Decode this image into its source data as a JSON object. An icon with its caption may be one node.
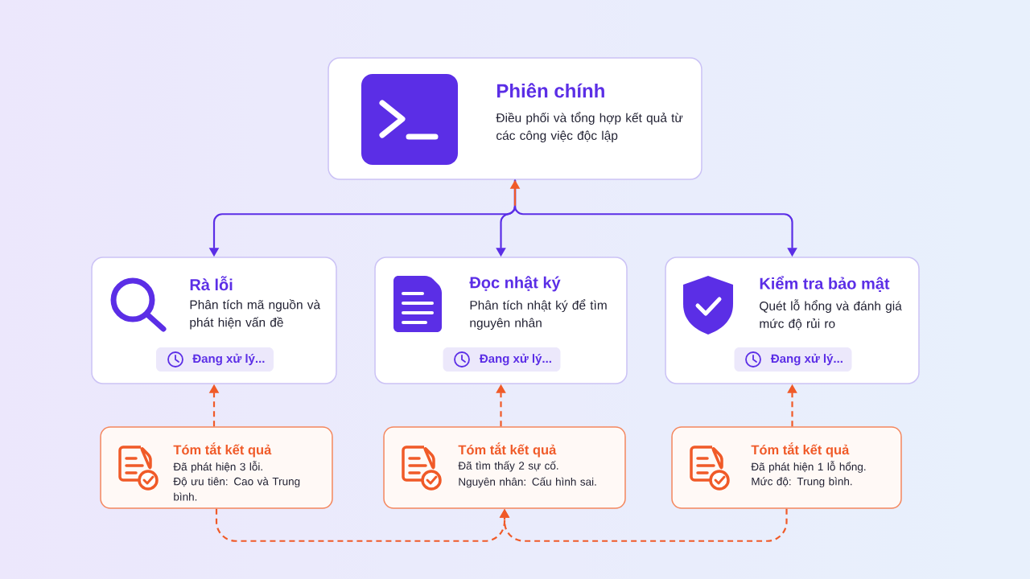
{
  "diagram": {
    "nodes": [
      {
        "text": [
          "Phiên chính",
          "Điều phối và tổng hợp kết quả từ các công việc độc lập"
        ]
      },
      {
        "text": [
          "Rà lỗi",
          "Phân tích mã nguồn và phát hiện vấn đề"
        ]
      },
      {
        "text": [
          "Đang xử lý..."
        ],
        "in": 1
      },
      {
        "text": [
          "Đọc nhật ký",
          "Phân tích nhật ký để tìm nguyên nhân"
        ]
      },
      {
        "text": [
          "Đang xử lý..."
        ],
        "in": 3
      },
      {
        "text": [
          "Kiểm tra bảo mật",
          "Quét lỗ hổng và đánh giá mức độ rủi ro"
        ]
      },
      {
        "text": [
          "Đang xử lý..."
        ],
        "in": 5
      },
      {
        "text": [
          "Tóm tắt kết quả",
          "Đã phát hiện 3 lỗi.",
          "Độ ưu tiên: Cao và Trung bình."
        ]
      },
      {
        "text": [
          "Tóm tắt kết quả",
          "Đã tìm thấy 2 sự cố.",
          "Nguyên nhân: Cấu hình sai."
        ]
      },
      {
        "text": [
          "Tóm tắt kết quả",
          "Đã phát hiện 1 lỗ hổng.",
          "Mức độ: Trung bình."
        ]
      }
    ],
    "edges": [
      {
        "from": 0,
        "to": 1,
        "arrow": "to",
        "color": "#5b2ee6"
      },
      {
        "from": 0,
        "to": 3,
        "arrow": "to",
        "color": "#5b2ee6"
      },
      {
        "from": 0,
        "to": 5,
        "arrow": "to",
        "color": "#5b2ee6"
      },
      {
        "from": null,
        "to": 0,
        "arrow": "to"
      },
      {
        "from": 7,
        "to": 1,
        "arrow": "to",
        "style": "dashed"
      },
      {
        "from": 8,
        "to": 3,
        "arrow": "to",
        "style": "dashed"
      },
      {
        "from": 9,
        "to": 5,
        "arrow": "to",
        "style": "dashed"
      },
      {
        "from": 7,
        "to": 8,
        "arrow": "to",
        "style": "dashed"
      },
      {
        "from": 9,
        "to": 8,
        "arrow": "to",
        "style": "dashed"
      }
    ]
  }
}
